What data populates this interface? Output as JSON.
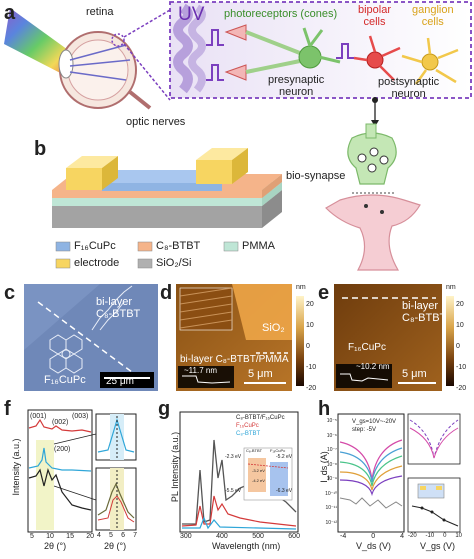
{
  "panel_a": {
    "label": "a",
    "uv": "UV",
    "retina": "retina",
    "optic_nerves": "optic nerves",
    "photoreceptors": "photoreceptors (cones)",
    "bipolar_1": "bipolar",
    "bipolar_2": "cells",
    "ganglion_1": "ganglion",
    "ganglion_2": "cells",
    "presynaptic_1": "presynaptic",
    "presynaptic_2": "neuron",
    "postsynaptic_1": "postsynaptic",
    "postsynaptic_2": "neuron"
  },
  "panel_b": {
    "label": "b",
    "bio_synapse": "bio-synapse",
    "legend": {
      "f16cupc": "F₁₆CuPc",
      "c8btbt": "C₈-BTBT",
      "pmma": "PMMA",
      "electrode": "electrode",
      "sio2si": "SiO₂/Si"
    },
    "colors": {
      "f16cupc": "#8fb4e3",
      "c8btbt": "#f5b48a",
      "pmma": "#bfe6d6",
      "electrode": "#f7d561",
      "sio2si": "#b0b0b0"
    }
  },
  "panel_c": {
    "label": "c",
    "bilayer_1": "bi-layer",
    "bilayer_2": "C₈-BTBT",
    "f16cupc": "F₁₆CuPc",
    "scale": "25 μm"
  },
  "panel_d": {
    "label": "d",
    "sio2": "SiO₂",
    "bilayer": "bi-layer C₈-BTBT/PMMA",
    "height": "~11.7 nm",
    "scale": "5 μm",
    "cbar_unit": "nm",
    "cbar_ticks": [
      "20",
      "10",
      "0",
      "-10",
      "-20"
    ]
  },
  "panel_e": {
    "label": "e",
    "bilayer_1": "bi-layer",
    "bilayer_2": "C₈-BTBT",
    "f16cupc": "F₁₆CuPc",
    "height": "~10.2 nm",
    "scale": "5 μm",
    "cbar_unit": "nm",
    "cbar_ticks": [
      "20",
      "10",
      "0",
      "-10",
      "-20"
    ]
  },
  "panel_f": {
    "label": "f",
    "ylabel": "Intensity (a.u.)",
    "xlabel": "2θ (°)",
    "xlabel_inset": "2θ (°)",
    "peaks": [
      "(001)",
      "(002)",
      "(003)",
      "(200)"
    ],
    "xticks": [
      "5",
      "10",
      "15",
      "20"
    ],
    "inset_xticks": [
      "4",
      "5",
      "6",
      "7"
    ]
  },
  "panel_g": {
    "label": "g",
    "ylabel": "PL Intensity (a.u.)",
    "xlabel": "Wavelength (nm)",
    "xticks": [
      "300",
      "400",
      "500",
      "600"
    ],
    "legend": [
      "C₈-BTBT/F₁₆CuPc",
      "F₁₆CuPc",
      "C₈-BTBT"
    ],
    "band_left": [
      "-2.3 eV",
      "-5.5 eV"
    ],
    "band_right": [
      "-5.2 eV",
      "-6.3 eV"
    ],
    "band_mid": [
      "-3.2 eV",
      "-4.2 eV"
    ],
    "band_names": [
      "C₈-BTBT",
      "F₁₆CuPc"
    ]
  },
  "panel_h": {
    "label": "h",
    "ylabel": "I_ds (A)",
    "xlabel": "V_ds (V)",
    "xlabel2": "V_gs (V)",
    "annot_1": "V_gs=10V~-20V",
    "annot_2": "step: -5V",
    "yticks": [
      "10⁻⁵",
      "10⁻⁶",
      "10⁻⁷",
      "10⁻⁸",
      "10⁻⁹",
      "10⁻¹⁰",
      "10⁻¹¹",
      "10⁻¹²"
    ],
    "xticks": [
      "-4",
      "0",
      "4"
    ],
    "inset_xticks": [
      "-20",
      "-10",
      "0",
      "10"
    ]
  }
}
